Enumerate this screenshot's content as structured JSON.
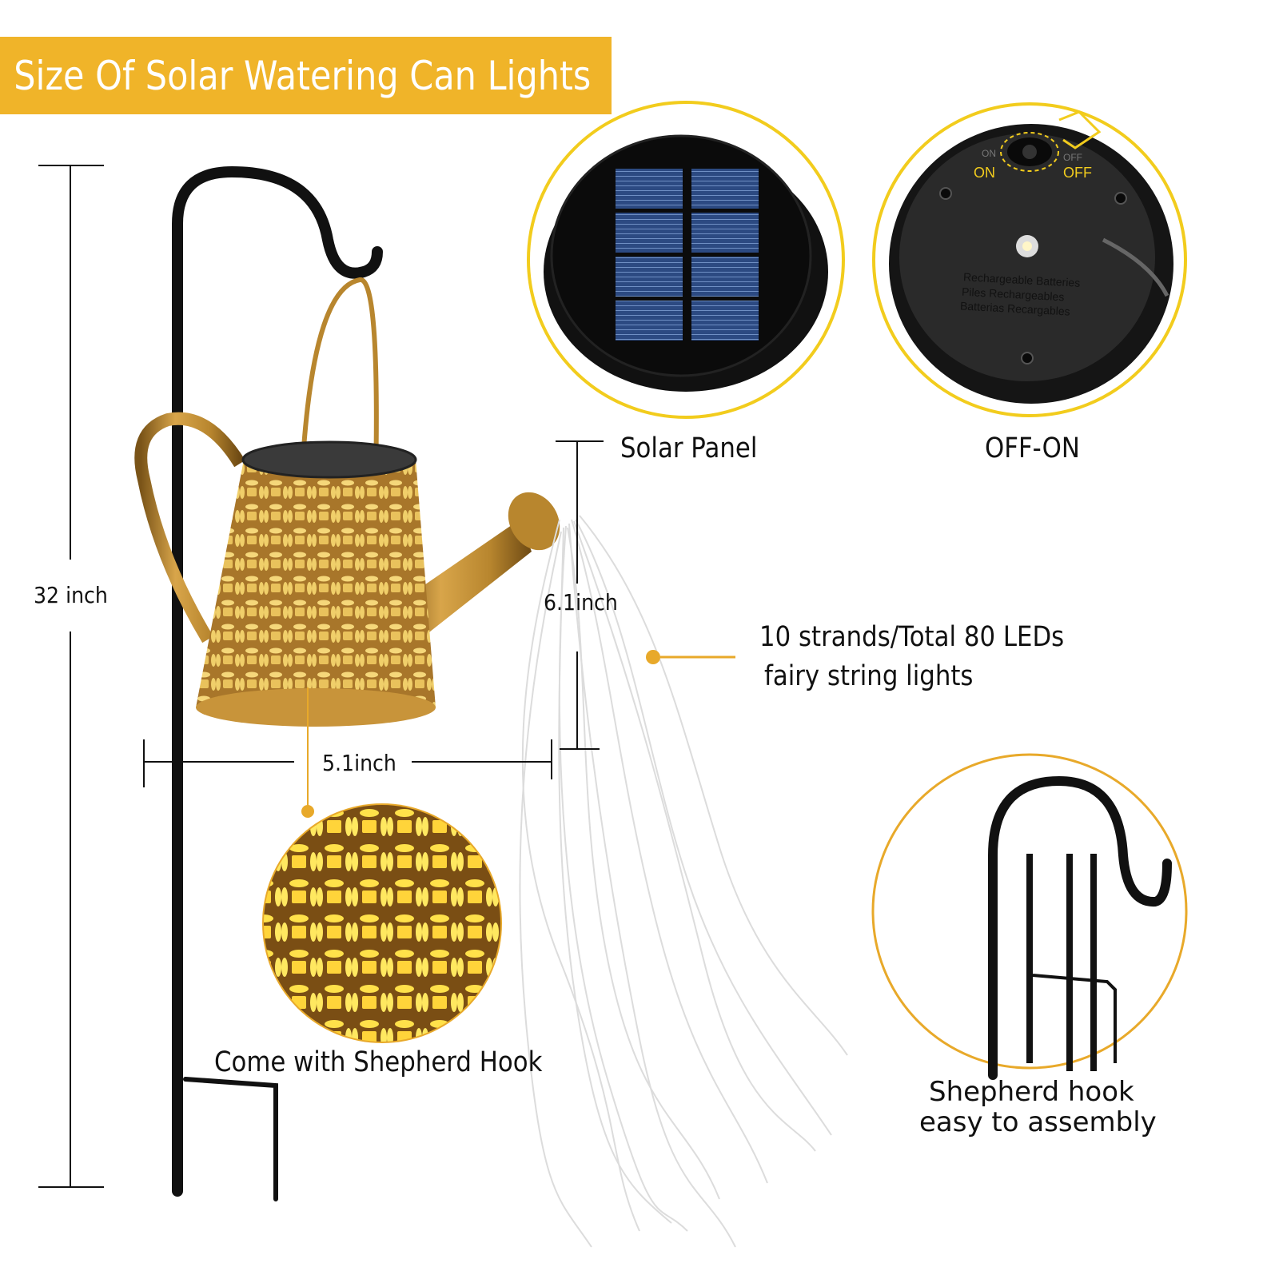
{
  "banner": {
    "title": "Size Of Solar Watering Can Lights"
  },
  "dimensions": {
    "height_total": "32 inch",
    "spout_height": "6.1inch",
    "can_width": "5.1inch"
  },
  "callouts": {
    "solar_panel": "Solar Panel",
    "switch": "OFF-ON",
    "strings_line1": "10 strands/Total 80 LEDs",
    "strings_line2": "fairy string lights",
    "hook_included": "Come with Shepherd Hook",
    "hook_assembly_line1": "Shepherd hook",
    "hook_assembly_line2": "easy to assembly"
  },
  "switch_detail": {
    "on_label": "ON",
    "off_label": "OFF",
    "embossed_on": "ON",
    "embossed_off": "OFF",
    "battery_text_1": "Rechargeable  Batteries",
    "battery_text_2": "Piles  Rechargeables",
    "battery_text_3": "Batterias  Recargables"
  },
  "colors": {
    "accent": "#f0b429",
    "circle_outline": "#f2cc1d",
    "hook_circle_outline": "#e8a92a",
    "bronze": "#b8862e",
    "solar_blue": "#2e4e86"
  }
}
